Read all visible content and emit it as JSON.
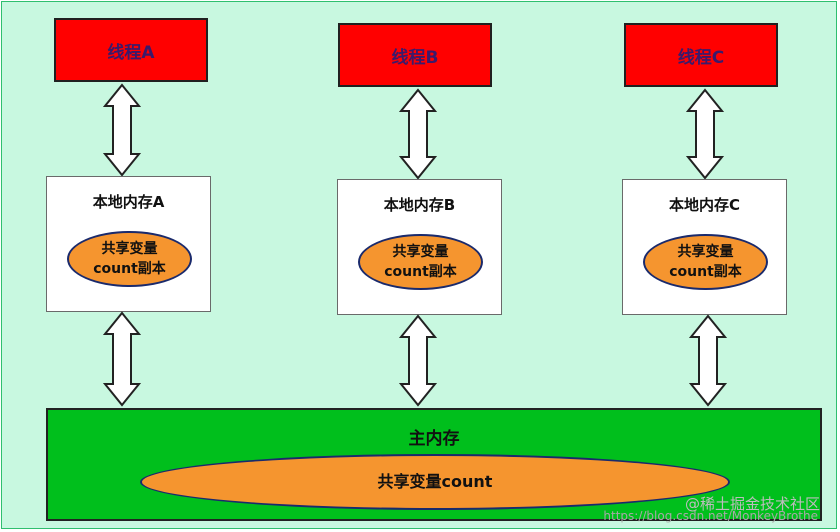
{
  "threads": [
    {
      "label": "线程A"
    },
    {
      "label": "线程B"
    },
    {
      "label": "线程C"
    }
  ],
  "local_memories": [
    {
      "title": "本地内存A",
      "var_line1": "共享变量",
      "var_line2": "count副本"
    },
    {
      "title": "本地内存B",
      "var_line1": "共享变量",
      "var_line2": "count副本"
    },
    {
      "title": "本地内存C",
      "var_line1": "共享变量",
      "var_line2": "count副本"
    }
  ],
  "main_memory": {
    "title": "主内存",
    "var_label": "共享变量count"
  },
  "watermark": {
    "brand": "@稀土掘金技术社区",
    "url": "https://blog.csdn.net/MonkeyBrothe"
  },
  "colors": {
    "background": "#c8f8e0",
    "thread": "#ff0000",
    "variable": "#f5952f",
    "main_memory": "#00bf1c"
  }
}
